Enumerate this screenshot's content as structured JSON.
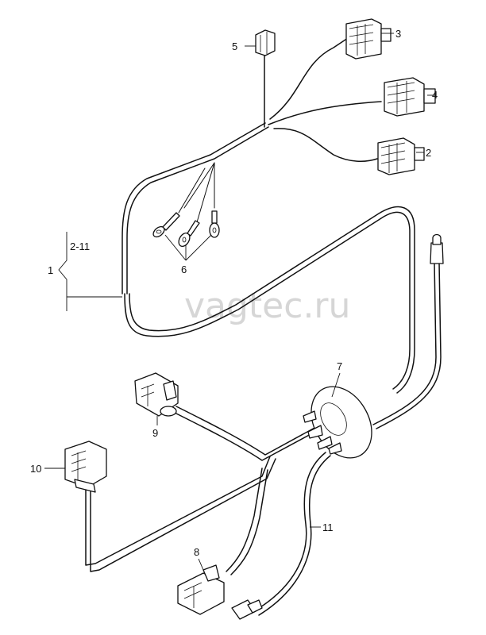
{
  "watermark": "vagtec.ru",
  "callouts": {
    "c1": "1",
    "c2": "2",
    "c2_11": "2-11",
    "c3": "3",
    "c4": "4",
    "c5": "5",
    "c6": "6",
    "c7": "7",
    "c8": "8",
    "c9": "9",
    "c10": "10",
    "c11": "11"
  }
}
